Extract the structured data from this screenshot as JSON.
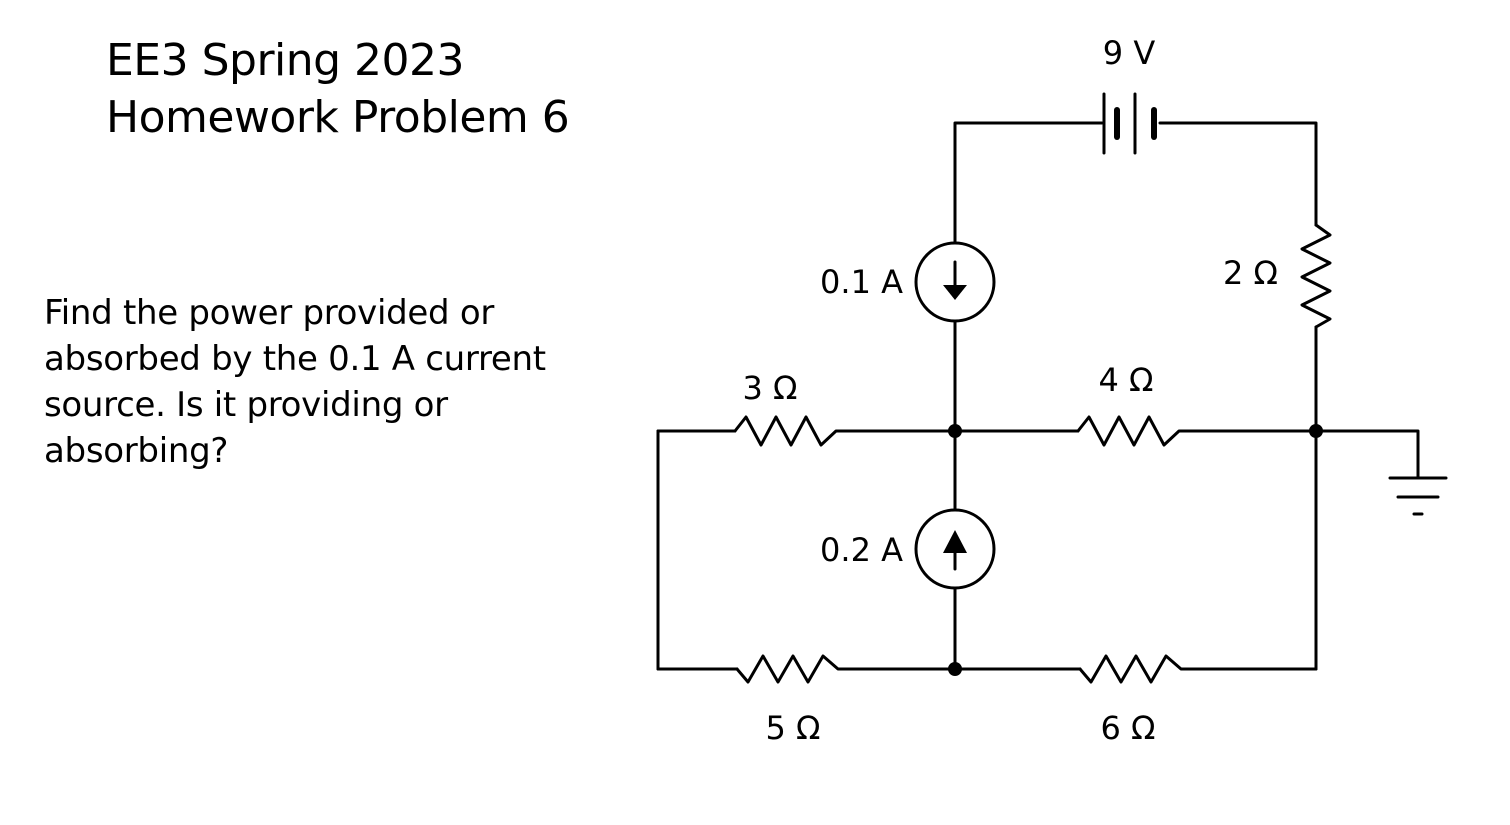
{
  "header": {
    "title_line1": "EE3 Spring 2023",
    "title_line2": "Homework Problem 6"
  },
  "problem": {
    "lines": [
      "Find the power provided or",
      "absorbed by the 0.1 A current",
      "source. Is it providing or",
      "absorbing?"
    ]
  },
  "circuit": {
    "voltage_source": "9 V",
    "current_source_top": "0.1 A",
    "current_source_bottom": "0.2 A",
    "r_2": "2 Ω",
    "r_3": "3 Ω",
    "r_4": "4 Ω",
    "r_5": "5 Ω",
    "r_6": "6 Ω"
  }
}
